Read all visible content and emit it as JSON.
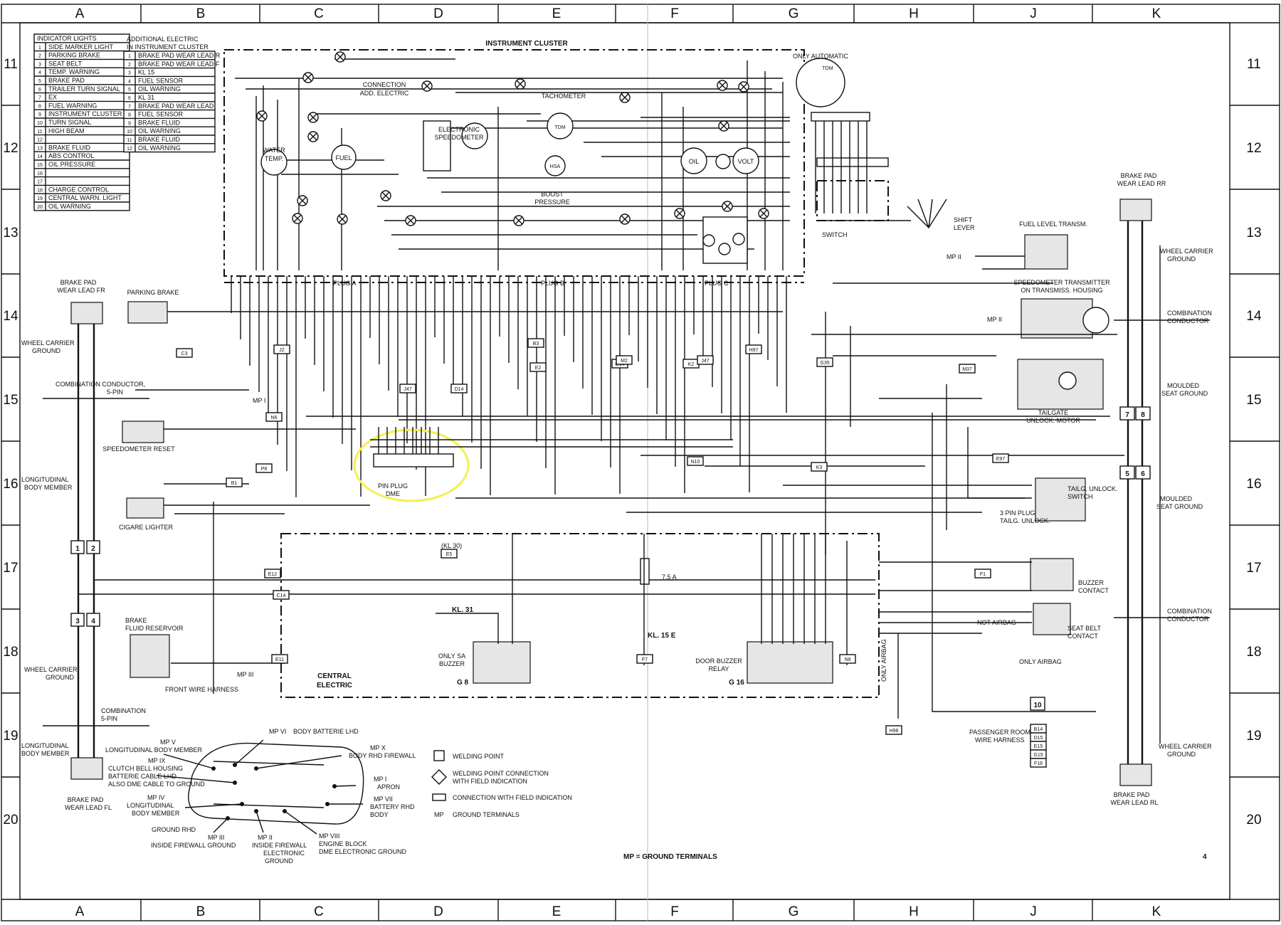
{
  "grid": {
    "columns": [
      "A",
      "B",
      "C",
      "D",
      "E",
      "F",
      "G",
      "H",
      "J",
      "K"
    ],
    "rows": [
      "11",
      "12",
      "13",
      "14",
      "15",
      "16",
      "17",
      "18",
      "19",
      "20"
    ]
  },
  "indicator_table": {
    "title": "INDICATOR LIGHTS",
    "rows": [
      {
        "n": "1",
        "t": "SIDE MARKER LIGHT"
      },
      {
        "n": "2",
        "t": "PARKING BRAKE"
      },
      {
        "n": "3",
        "t": "SEAT BELT"
      },
      {
        "n": "4",
        "t": "TEMP. WARNING"
      },
      {
        "n": "5",
        "t": "BRAKE PAD"
      },
      {
        "n": "6",
        "t": "TRAILER TURN SIGNAL"
      },
      {
        "n": "7",
        "t": "EX"
      },
      {
        "n": "8",
        "t": "FUEL WARNING"
      },
      {
        "n": "9",
        "t": "INSTRUMENT CLUSTER"
      },
      {
        "n": "10",
        "t": "TURN SIGNAL"
      },
      {
        "n": "11",
        "t": "HIGH BEAM"
      },
      {
        "n": "12",
        "t": ""
      },
      {
        "n": "13",
        "t": "BRAKE FLUID"
      },
      {
        "n": "14",
        "t": "ABS CONTROL"
      },
      {
        "n": "15",
        "t": "OIL PRESSURE"
      },
      {
        "n": "16",
        "t": ""
      },
      {
        "n": "17",
        "t": ""
      },
      {
        "n": "18",
        "t": "CHARGE CONTROL"
      },
      {
        "n": "19",
        "t": "CENTRAL WARN. LIGHT"
      },
      {
        "n": "20",
        "t": "OIL WARNING"
      }
    ]
  },
  "additional_table": {
    "title_1": "ADDITIONAL ELECTRIC",
    "title_2": "IN INSTRUMENT CLUSTER",
    "rows": [
      {
        "n": "1",
        "t": "BRAKE PAD WEAR LEAD R"
      },
      {
        "n": "2",
        "t": "BRAKE PAD WEAR LEAD F"
      },
      {
        "n": "3",
        "t": "KL 15"
      },
      {
        "n": "4",
        "t": "FUEL SENSOR"
      },
      {
        "n": "5",
        "t": "OIL WARNING"
      },
      {
        "n": "6",
        "t": "KL 31"
      },
      {
        "n": "7",
        "t": "BRAKE PAD WEAR LEAD"
      },
      {
        "n": "8",
        "t": "FUEL SENSOR"
      },
      {
        "n": "9",
        "t": "BRAKE FLUID"
      },
      {
        "n": "10",
        "t": "OIL WARNING"
      },
      {
        "n": "11",
        "t": "BRAKE FLUID"
      },
      {
        "n": "12",
        "t": "OIL WARNING"
      }
    ]
  },
  "labels": {
    "instrument_cluster": "INSTRUMENT CLUSTER",
    "connection_add_1": "CONNECTION",
    "connection_add_2": "ADD. ELECTRIC",
    "electronic_speedo_1": "ELECTRONIC",
    "electronic_speedo_2": "SPEEDOMETER",
    "tachometer": "TACHOMETER",
    "tdm": "TDM",
    "hsa": "HSA",
    "boost_1": "BOOST",
    "boost_2": "PRESSURE",
    "water_1": "WATER",
    "water_2": "TEMP.",
    "fuel": "FUEL",
    "oil": "OIL",
    "volt": "VOLT",
    "plug_a": "PLUG A",
    "plug_b": "PLUG B",
    "plug_c": "PLUG C",
    "only_automatic": "ONLY AUTOMATIC",
    "switch": "SWITCH",
    "shift_1": "SHIFT",
    "shift_2": "LEVER",
    "fuel_level": "FUEL LEVEL TRANSM.",
    "speedo_trans_1": "SPEEDOMETER TRANSMITTER",
    "speedo_trans_2": "ON TRANSMISS. HOUSING",
    "tailgate_1": "TAILGATE",
    "tailgate_2": "UNLOCK. MOTOR",
    "tailg_switch_1": "TAILG. UNLOCK.",
    "tailg_switch_2": "SWITCH",
    "plug3_1": "3 PIN PLUG",
    "plug3_2": "TAILG. UNLOCK.",
    "buzzer_1": "BUZZER",
    "buzzer_2": "CONTACT",
    "seatbelt_1": "SEAT BELT",
    "seatbelt_2": "CONTACT",
    "not_airbag": "NOT AIRBAG",
    "only_airbag": "ONLY AIRBAG",
    "only_airbag_v": "ONLY AIRBAG",
    "passenger_1": "PASSENGER ROOM",
    "passenger_2": "WIRE HARNESS",
    "brake_pad_rr_1": "BRAKE PAD",
    "brake_pad_rr_2": "WEAR LEAD RR",
    "brake_pad_rl_1": "BRAKE PAD",
    "brake_pad_rl_2": "WEAR LEAD RL",
    "brake_pad_fr_1": "BRAKE PAD",
    "brake_pad_fr_2": "WEAR LEAD FR",
    "brake_pad_fl_1": "BRAKE PAD",
    "brake_pad_fl_2": "WEAR LEAD FL",
    "parking_brake": "PARKING BRAKE",
    "wheel_carrier_1": "WHEEL CARRIER",
    "wheel_carrier_2": "GROUND",
    "combination_1": "COMBINATION CONDUCTOR,",
    "combination_2": "5-PIN",
    "combination_r1": "COMBINATION",
    "combination_r2": "CONDUCTOR",
    "moulded_1": "MOULDED",
    "moulded_2": "SEAT GROUND",
    "speedo_reset": "SPEEDOMETER RESET",
    "longitudinal_1": "LONGITUDINAL",
    "longitudinal_2": "BODY MEMBER",
    "cigar": "CIGARE LIGHTER",
    "brake_fluid_1": "BRAKE",
    "brake_fluid_2": "FLUID RESERVOIR",
    "front_wire": "FRONT WIRE HARNESS",
    "central_1": "CENTRAL",
    "central_2": "ELECTRIC",
    "only_sa_1": "ONLY SA",
    "only_sa_2": "BUZZER",
    "g8": "G 8",
    "g16": "G 16",
    "door_buzzer_1": "DOOR BUZZER",
    "door_buzzer_2": "RELAY",
    "kl31": "KL. 31",
    "kl15e": "KL. 15 E",
    "kl30": "(KL 30)",
    "fuse": "7.5 A",
    "pin_plug_1": "PIN PLUG",
    "pin_plug_2": "DME",
    "mp1": "MP I",
    "mp2": "MP II",
    "mp3": "MP III",
    "legend_weld": "WELDING POINT",
    "legend_weld_conn_1": "WELDING POINT CONNECTION",
    "legend_weld_conn_2": "WITH FIELD INDICATION",
    "legend_conn": "CONNECTION WITH FIELD INDICATION",
    "legend_mp_k": "MP",
    "legend_mp": "GROUND TERMINALS",
    "mp_ground": "MP = GROUND TERMINALS",
    "page_num": "4",
    "car_mp_v1": "MP V",
    "car_mp_v2": "LONGITUDINAL BODY MEMBER",
    "car_mp_vi1": "MP VI",
    "car_mp_vi2": "BODY BATTERIE LHD",
    "car_mp_x1": "MP X",
    "car_mp_x2": "BODY RHD FIREWALL",
    "car_mp_ix1": "MP IX",
    "car_mp_ix2": "CLUTCH BELL HOUSING",
    "car_mp_ix3": "BATTERIE CABLE LHD",
    "car_mp_ix4": "ALSO DME CABLE TO GROUND",
    "car_mp_i1": "MP I",
    "car_mp_i2": "APRON",
    "car_mp_vii1": "MP VII",
    "car_mp_vii2": "BATTERY RHD",
    "car_mp_vii3": "BODY",
    "car_mp_iv1": "MP IV",
    "car_mp_iv2": "LONGITUDINAL",
    "car_mp_iv3": "BODY MEMBER",
    "car_gnd_rhd": "GROUND RHD",
    "car_mp_iii1": "MP III",
    "car_mp_iii2": "INSIDE FIREWALL GROUND",
    "car_mp_ii1": "MP II",
    "car_mp_ii2": "INSIDE FIREWALL",
    "car_mp_ii3": "ELECTRONIC",
    "car_mp_ii4": "GROUND",
    "car_mp_viii1": "MP VIII",
    "car_mp_viii2": "ENGINE BLOCK",
    "car_mp_viii3": "DME ELECTRONIC GROUND"
  },
  "field_tags": [
    "C3",
    "J2",
    "N6",
    "P8",
    "B1",
    "E2",
    "B3",
    "J47",
    "D14",
    "G14",
    "M2",
    "K2",
    "J47",
    "H97",
    "G35",
    "K3",
    "M37",
    "E97",
    "N10",
    "F1",
    "E5",
    "E12",
    "C14",
    "E11",
    "F7",
    "N8",
    "H98",
    "B14",
    "D15",
    "E15",
    "G15",
    "F16"
  ],
  "highlight_color": "#f4ef52"
}
